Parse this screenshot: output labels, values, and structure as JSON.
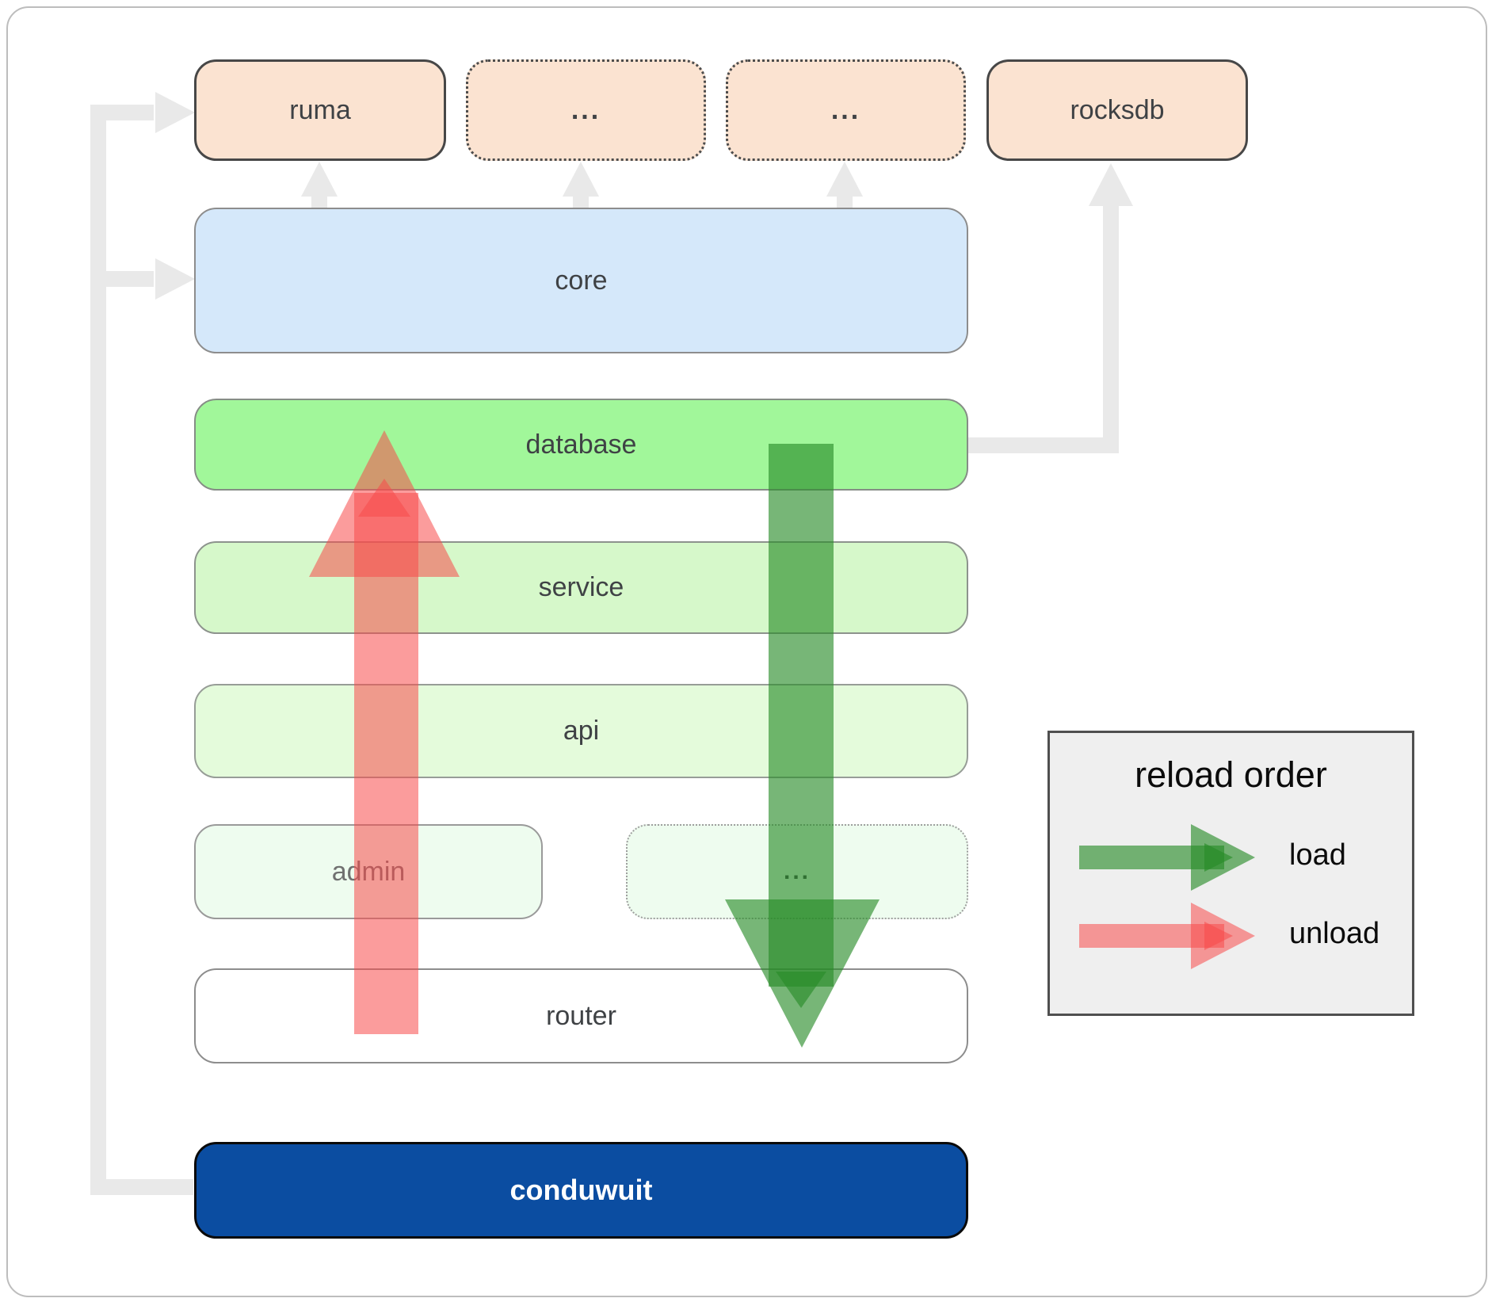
{
  "colors": {
    "peach": "#fbe3d1",
    "blue": "#d5e8fa",
    "database_green": "#a1f79a",
    "service_green": "#d6f8ca",
    "api_green": "#e4fbdb",
    "admin_green": "#eefcef",
    "router_white": "#ffffff",
    "conduwuit_blue": "#0b4da1",
    "arrow_green": "#288c28",
    "arrow_red": "#f84b4b",
    "connector_gray": "#e9e9e9",
    "legend_bg": "#efefef",
    "label_dark": "#3f4245",
    "admin_label": "#707070",
    "title_black": "#0b0b0b"
  },
  "top_row": [
    {
      "label": "ruma",
      "style": "solid"
    },
    {
      "label": "...",
      "style": "dotted"
    },
    {
      "label": "...",
      "style": "dotted"
    },
    {
      "label": "rocksdb",
      "style": "solid"
    }
  ],
  "layers": {
    "core": "core",
    "database": "database",
    "service": "service",
    "api": "api",
    "admin": "admin",
    "admin_dots": "...",
    "router": "router",
    "conduwuit": "conduwuit"
  },
  "legend": {
    "title": "reload order",
    "load_label": "load",
    "unload_label": "unload"
  }
}
